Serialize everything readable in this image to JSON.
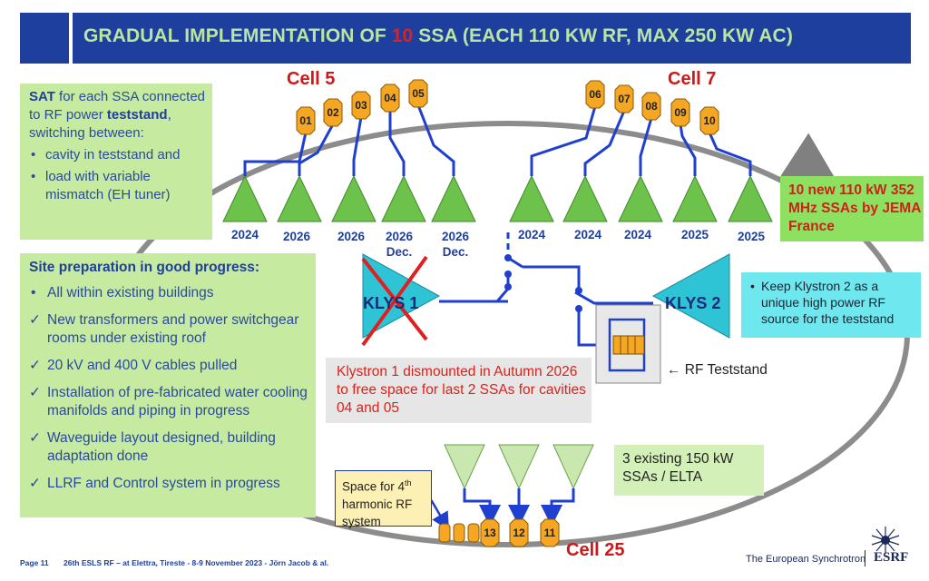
{
  "header": {
    "title_prefix": "GRADUAL IMPLEMENTATION OF ",
    "title_highlight": "10",
    "title_suffix": " SSA (EACH 110 KW RF,  MAX 250 KW AC)"
  },
  "sat": {
    "lead_bold": "SAT",
    "lead_text": " for each SSA connected to RF power ",
    "lead_bold2": "teststand",
    "lead_text2": ", switching between:",
    "items": [
      "cavity in teststand and",
      "load with variable mismatch (EH tuner)"
    ]
  },
  "site": {
    "title": "Site preparation in good progress:",
    "items": [
      {
        "mark": "dot",
        "text": "All within existing buildings"
      },
      {
        "mark": "check",
        "text": "New transformers and power switchgear rooms under existing roof"
      },
      {
        "mark": "check",
        "text": "20 kV and 400 V cables pulled"
      },
      {
        "mark": "check",
        "text": "Installation of pre-fabricated water cooling manifolds and piping in progress"
      },
      {
        "mark": "check",
        "text": "Waveguide layout designed, building adaptation done"
      },
      {
        "mark": "check",
        "text": "LLRF and Control system in progress"
      }
    ]
  },
  "cells": {
    "cell5": "Cell 5",
    "cell7": "Cell 7",
    "cell25": "Cell 25"
  },
  "cavities": [
    "01",
    "02",
    "03",
    "04",
    "05",
    "06",
    "07",
    "08",
    "09",
    "10"
  ],
  "cell25_cavities": [
    "13",
    "12",
    "11"
  ],
  "years": [
    "2024",
    "2026",
    "2026",
    "2026\nDec.",
    "2026\nDec.",
    "2024",
    "2024",
    "2024",
    "2025",
    "2025"
  ],
  "jema": "10 new 110 kW 352 MHz SSAs by JEMA France",
  "klys1": {
    "label": "KLYS 1",
    "note": "Klystron 1 dismounted in Autumn 2026 to free space for last 2 SSAs for cavities 04 and 05"
  },
  "klys2": {
    "label": "KLYS 2",
    "note": "Keep Klystron 2 as a unique high power RF source for the teststand"
  },
  "teststand": "← RF Teststand",
  "existing": "3 existing  150 kW SSAs / ELTA",
  "harmonic": {
    "pre": "Space for 4",
    "sup": "th",
    "post": " harmonic RF system"
  },
  "footer": {
    "page": "Page 11",
    "event": "26th ESLS RF – at Elettra, Tireste  -  8-9 November 2023  -   Jörn Jacob & al.",
    "brand": "The European Synchrotron",
    "logo_text": "ESRF"
  },
  "colors": {
    "header_blue": "#1f3f9e",
    "title_green": "#b8e6a0",
    "accent_red": "#e02020",
    "ssa_green": "#6cc24a",
    "cavity_orange": "#f5a623",
    "klystron_cyan": "#2ec4d6"
  }
}
